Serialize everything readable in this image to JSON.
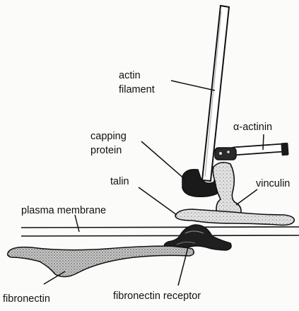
{
  "labels": {
    "actin_line1": "actin",
    "actin_line2": "filament",
    "alpha_actinin": "α-actinin",
    "capping_line1": "capping",
    "capping_line2": "protein",
    "talin": "talin",
    "vinculin": "vinculin",
    "plasma_membrane": "plasma membrane",
    "fibronectin": "fibronectin",
    "fibronectin_receptor": "fibronectin receptor"
  },
  "colors": {
    "ink": "#111111",
    "background": "#fbfbfa",
    "stipple_light": "#d4d4d4",
    "stipple_mid": "#9a9a9a",
    "dark_protein": "#1a1a1a"
  }
}
